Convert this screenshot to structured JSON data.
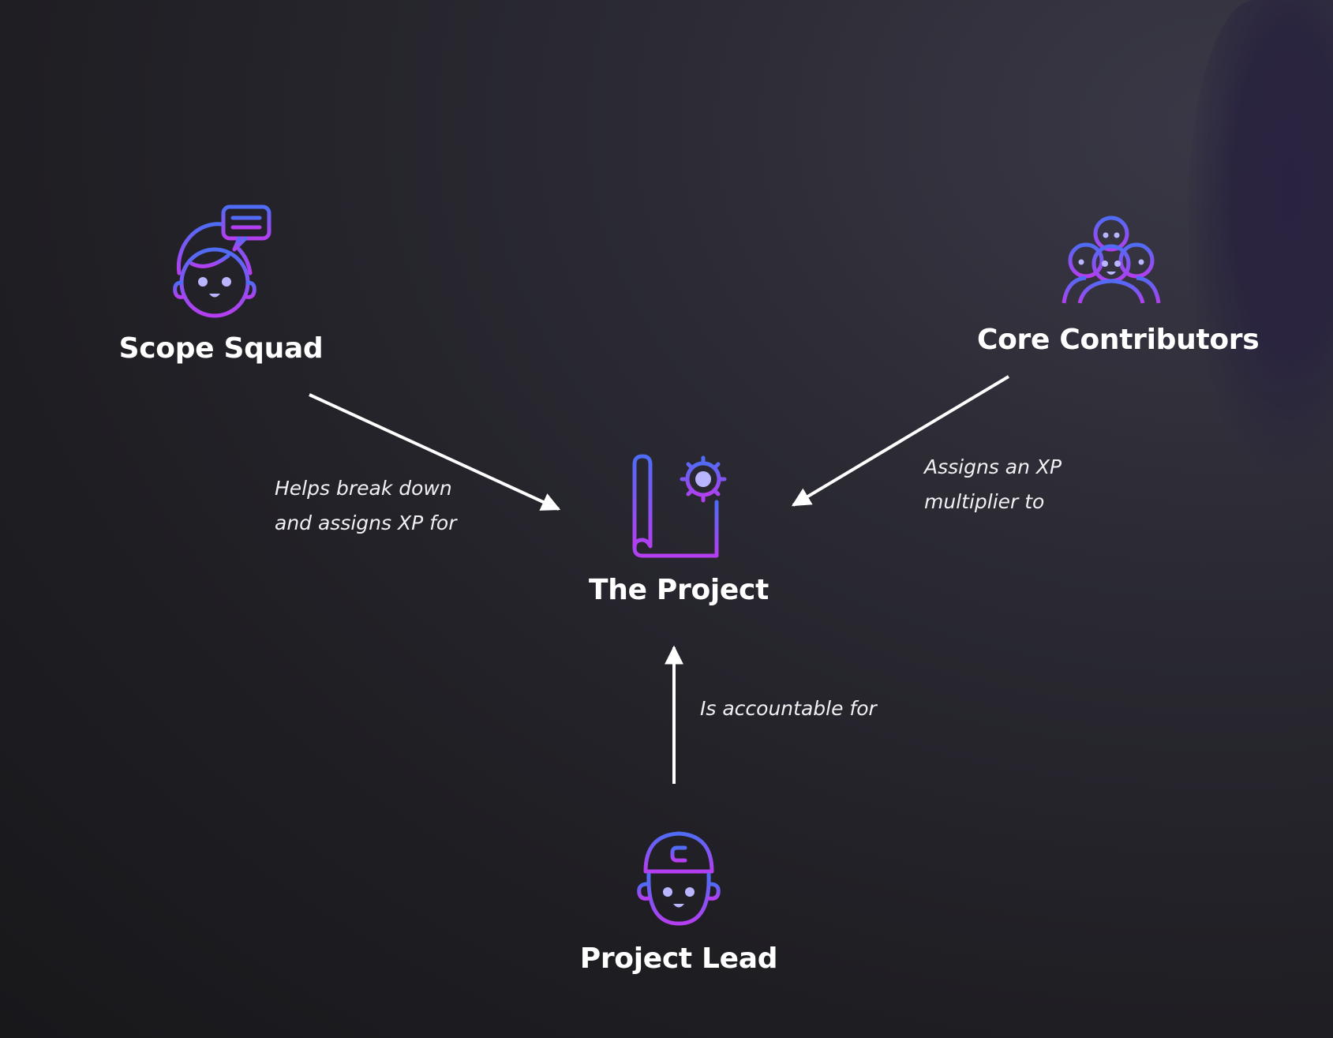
{
  "nodes": {
    "scope_squad": {
      "label": "Scope Squad",
      "icon": "chat-person-icon"
    },
    "core_contributors": {
      "label": "Core Contributors",
      "icon": "group-icon"
    },
    "the_project": {
      "label": "The Project",
      "icon": "blueprint-gear-icon"
    },
    "project_lead": {
      "label": "Project Lead",
      "icon": "cap-person-icon"
    }
  },
  "edges": {
    "scope_to_project": {
      "line1": "Helps break down",
      "line2": "and assigns XP for"
    },
    "contributors_to_project": {
      "line1": "Assigns an XP",
      "line2": "multiplier to"
    },
    "lead_to_project": {
      "line1": "Is accountable for"
    }
  },
  "colors": {
    "icon_gradient_start": "#4f6cf5",
    "icon_gradient_end": "#b43ef0",
    "icon_fill_light": "#b9b5ff",
    "arrow": "#ffffff"
  }
}
